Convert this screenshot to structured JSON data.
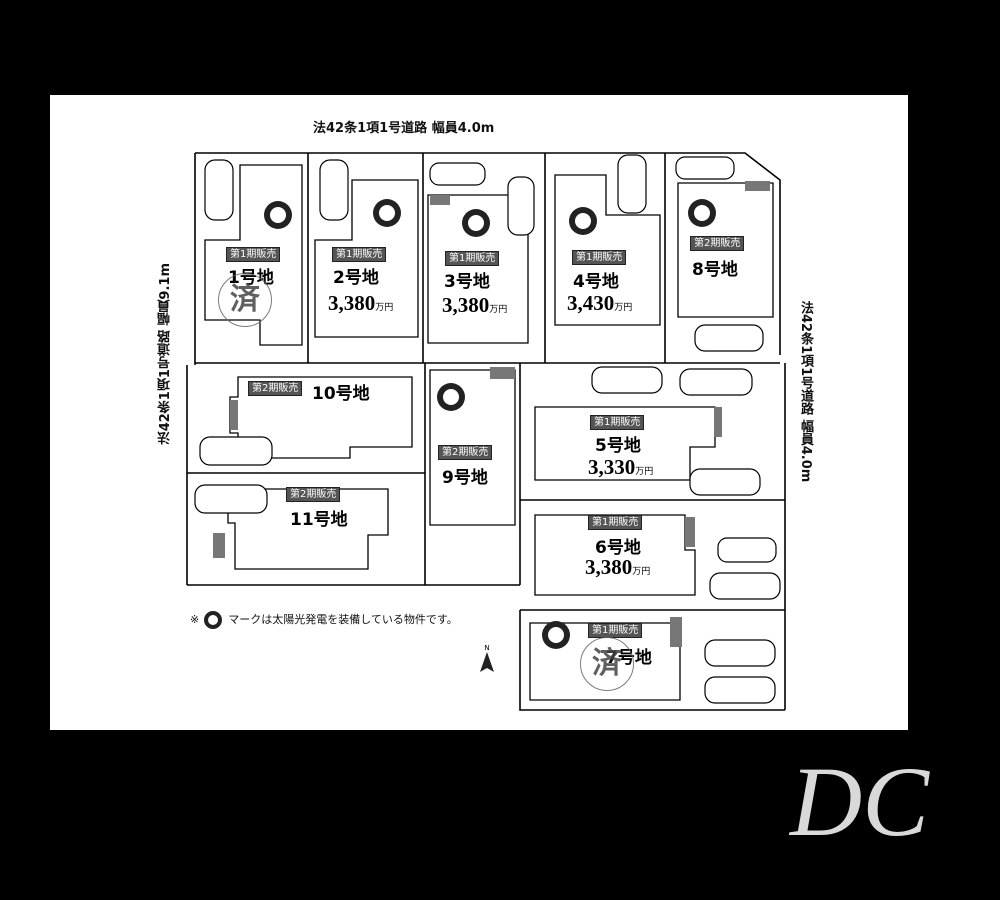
{
  "roads": {
    "top": "法42条1項1号道路 幅員4.0m",
    "left": "法42条1項1号道路 幅員9.1m",
    "right": "法42条1項1号道路 幅員4.0m"
  },
  "lots": [
    {
      "id": "1",
      "stage": "第1期販売",
      "label": "1号地",
      "price": "",
      "unit": "",
      "status": "済",
      "solar": true
    },
    {
      "id": "2",
      "stage": "第1期販売",
      "label": "2号地",
      "price": "3,380",
      "unit": "万円",
      "status": "",
      "solar": true
    },
    {
      "id": "3",
      "stage": "第1期販売",
      "label": "3号地",
      "price": "3,380",
      "unit": "万円",
      "status": "",
      "solar": true
    },
    {
      "id": "4",
      "stage": "第1期販売",
      "label": "4号地",
      "price": "3,430",
      "unit": "万円",
      "status": "",
      "solar": true
    },
    {
      "id": "8",
      "stage": "第2期販売",
      "label": "8号地",
      "price": "",
      "unit": "",
      "status": "",
      "solar": true
    },
    {
      "id": "10",
      "stage": "第2期販売",
      "label": "10号地",
      "price": "",
      "unit": "",
      "status": "",
      "solar": false
    },
    {
      "id": "9",
      "stage": "第2期販売",
      "label": "9号地",
      "price": "",
      "unit": "",
      "status": "",
      "solar": true
    },
    {
      "id": "5",
      "stage": "第1期販売",
      "label": "5号地",
      "price": "3,330",
      "unit": "万円",
      "status": "",
      "solar": false
    },
    {
      "id": "11",
      "stage": "第2期販売",
      "label": "11号地",
      "price": "",
      "unit": "",
      "status": "",
      "solar": false
    },
    {
      "id": "6",
      "stage": "第1期販売",
      "label": "6号地",
      "price": "3,380",
      "unit": "万円",
      "status": "",
      "solar": false
    },
    {
      "id": "7",
      "stage": "第1期販売",
      "label": "7号地",
      "price": "",
      "unit": "",
      "status": "済",
      "solar": true
    }
  ],
  "note": {
    "prefix": "※",
    "text": "マークは太陽光発電を装備している物件です。"
  },
  "compass": {
    "label": "N"
  },
  "logo": {
    "text": "DC",
    "color": "#d9d9d9"
  }
}
